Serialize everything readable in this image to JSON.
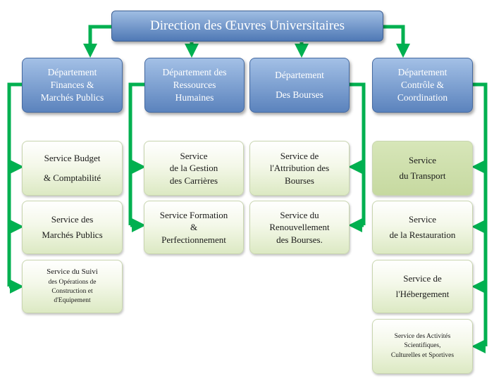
{
  "top": {
    "title": "Direction des Œuvres Universitaires"
  },
  "departments": [
    {
      "lines": [
        "Département",
        "Finances &",
        "Marchés Publics"
      ]
    },
    {
      "lines": [
        "Département des",
        "Ressources",
        "Humaines"
      ]
    },
    {
      "lines": [
        "Département",
        "Des Bourses"
      ]
    },
    {
      "lines": [
        "Département",
        "Contrôle &",
        "Coordination"
      ]
    }
  ],
  "services": {
    "finances": [
      {
        "lines": [
          "Service Budget",
          "& Comptabilité"
        ]
      },
      {
        "lines": [
          "Service des",
          "Marchés Publics"
        ]
      },
      {
        "lines": [
          "Service du Suivi",
          "des Opérations de",
          "Construction et",
          "d'Equipement"
        ]
      }
    ],
    "rh": [
      {
        "lines": [
          "Service",
          "de la Gestion",
          "des Carrières"
        ]
      },
      {
        "lines": [
          "Service Formation",
          "&",
          "Perfectionnement"
        ]
      }
    ],
    "bourses": [
      {
        "lines": [
          "Service de",
          "l'Attribution des",
          "Bourses"
        ]
      },
      {
        "lines": [
          "Service du",
          "Renouvellement",
          "des Bourses."
        ]
      }
    ],
    "controle": [
      {
        "lines": [
          "Service",
          "du Transport"
        ]
      },
      {
        "lines": [
          "Service",
          "de la Restauration"
        ]
      },
      {
        "lines": [
          "Service de",
          "l'Hébergement"
        ]
      },
      {
        "lines": [
          "Service des Activités",
          "Scientifiques,",
          "Culturelles et Sportives"
        ]
      }
    ]
  },
  "colors": {
    "connector": "#00b050",
    "dept_fill": "#5b83bd",
    "service_fill": "#dce9c3"
  }
}
